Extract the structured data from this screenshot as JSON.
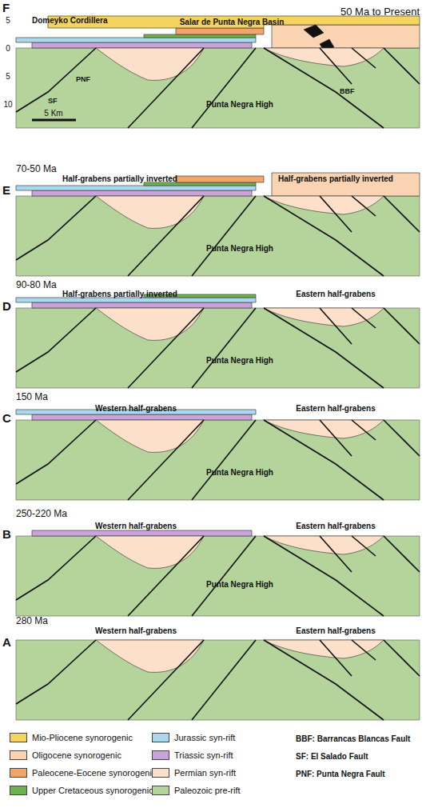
{
  "diagram": {
    "labels": [
      "F",
      "50 Ma to Present",
      "Domeyko Cordillera",
      "Salar de Punta Negra Basin",
      "5",
      "0",
      "5",
      "10",
      "PNF",
      "SF",
      "Punta Negra High",
      "BBF",
      "5 Km",
      "70-50 Ma",
      "E",
      "Half-grabens partially inverted",
      "Half-grabens partially inverted",
      "Punta Negra High",
      "90-80 Ma",
      "D",
      "Half-grabens partially inverted",
      "Eastern half-grabens",
      "Punta Negra High",
      "150 Ma",
      "C",
      "Western half-grabens",
      "Eastern half-grabens",
      "Punta Negra High",
      "250-220 Ma",
      "B",
      "Western half-grabens",
      "Eastern half-grabens",
      "Punta Negra High",
      "280 Ma",
      "A",
      "Western half-grabens",
      "Eastern half-grabens",
      "BBF: Barrancas Blancas Fault",
      "SF: El Salado Fault",
      "PNF: Punta Negra Fault"
    ],
    "legend": [
      {
        "text": "Mio-Pliocene synorogenic",
        "color": "#f4d35e"
      },
      {
        "text": "Oligocene synorogenic",
        "color": "#f9d3b2"
      },
      {
        "text": "Paleocene-Eocene synorogenic",
        "color": "#f2a46a"
      },
      {
        "text": "Upper Cretaceous synorogenic",
        "color": "#6db24c"
      },
      {
        "text": "Jurassic syn-rift",
        "color": "#a9d8ef"
      },
      {
        "text": "Triassic syn-rift",
        "color": "#c9a3d9"
      },
      {
        "text": "Permian syn-rift",
        "color": "#fce0c9"
      },
      {
        "text": "Paleozoic pre-rift",
        "color": "#b5d49c"
      }
    ]
  }
}
